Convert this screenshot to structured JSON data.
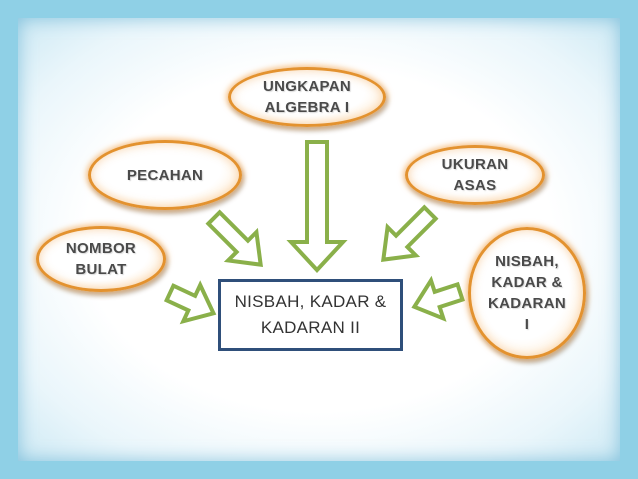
{
  "center": {
    "label": "NISBAH, KADAR &\nKADARAN  II"
  },
  "nodes": {
    "ungkapan": {
      "label": "UNGKAPAN\nALGEBRA I"
    },
    "pecahan": {
      "label": "PECAHAN"
    },
    "ukuran": {
      "label": "UKURAN\nASAS"
    },
    "nombor": {
      "label": "NOMBOR\nBULAT"
    },
    "nisbah": {
      "label": "NISBAH,\nKADAR &\nKADARAN\nI"
    }
  },
  "colors": {
    "frame": "#8fd0e6",
    "bubble_border": "#e3922f",
    "arrow_fill": "#9bbf4f",
    "arrow_stroke": "#7ea13a",
    "center_border": "#2f4f7a"
  }
}
